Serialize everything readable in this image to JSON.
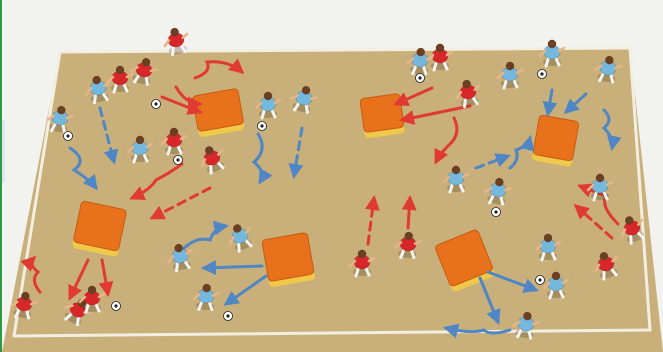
{
  "drill": {
    "pitch_color": "#c9b07a",
    "line_color": "#f3eee2",
    "backdrop_color": "#f2f2ee",
    "side_panel_color": "#dde6ee",
    "side_border_color": "#2e9a44",
    "team_a_color": "#d8272b",
    "team_b_color": "#74b8dd",
    "dribble_arrow_color": "#e03a32",
    "pass_arrow_color": "#4f86c6",
    "cone_color": "#e8721c",
    "counts": {
      "boxes": 6,
      "red_players": 14,
      "blue_players": 18
    }
  }
}
